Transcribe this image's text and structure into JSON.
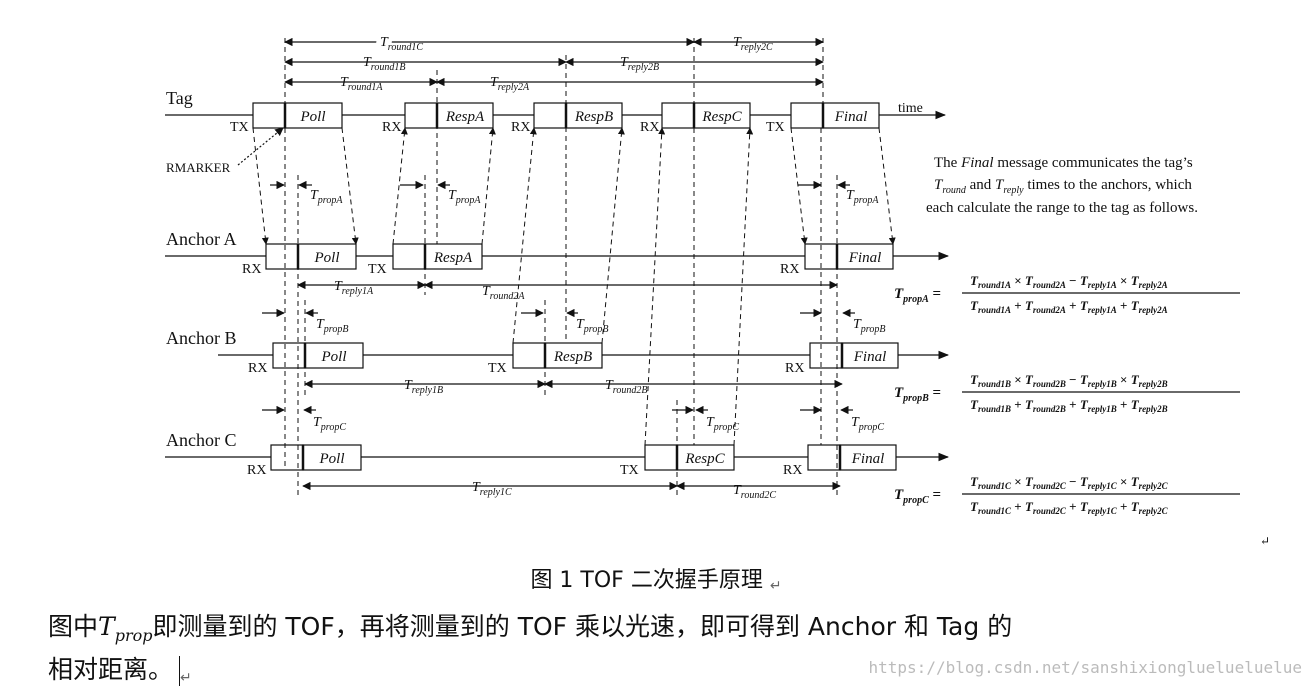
{
  "diagram": {
    "rows": [
      {
        "name": "Tag",
        "rx_label": "",
        "tx_label": "TX"
      },
      {
        "name": "Anchor A"
      },
      {
        "name": "Anchor B"
      },
      {
        "name": "Anchor C"
      }
    ],
    "tag_labels": {
      "tx": "TX",
      "rx": "RX",
      "rmarker": "RMARKER",
      "time": "time"
    },
    "messages": {
      "poll": "Poll",
      "respA": "RespA",
      "respB": "RespB",
      "respC": "RespC",
      "final": "Final"
    },
    "note": {
      "line1a": "The ",
      "line1b": "Final",
      "line1c": " message communicates the tag’s",
      "line2a": "T",
      "line2b": "round",
      "line2c": " and ",
      "line2d": "T",
      "line2e": "reply",
      "line2f": " times to the anchors, which",
      "line3": "each calculate the range to the tag as follows."
    },
    "time_labels": {
      "round1C": "round1C",
      "reply2C": "reply2C",
      "round1B": "round1B",
      "reply2B": "reply2B",
      "round1A": "round1A",
      "reply2A": "reply2A",
      "propA": "propA",
      "propB": "propB",
      "propC": "propC",
      "reply1A": "reply1A",
      "round2A": "round2A",
      "reply1B": "reply1B",
      "round2B": "round2B",
      "reply1C": "reply1C",
      "round2C": "round2C",
      "T": "T"
    },
    "formulas": [
      {
        "lhs": "propA",
        "num": [
          "round1A",
          "round2A",
          "reply1A",
          "reply2A"
        ],
        "den": [
          "round1A",
          "round2A",
          "reply1A",
          "reply2A"
        ]
      },
      {
        "lhs": "propB",
        "num": [
          "round1B",
          "round2B",
          "reply1B",
          "reply2B"
        ],
        "den": [
          "round1B",
          "round2B",
          "reply1B",
          "reply2B"
        ]
      },
      {
        "lhs": "propC",
        "num": [
          "round1C",
          "round2C",
          "reply1C",
          "reply2C"
        ],
        "den": [
          "round1C",
          "round2C",
          "reply1C",
          "reply2C"
        ]
      }
    ],
    "ops": {
      "times": "×",
      "minus": "−",
      "plus": "+",
      "eq": "="
    }
  },
  "caption": {
    "prefix": "图  1 TOF 二次握手原理",
    "mark": "↵"
  },
  "body": {
    "line1_pre": "图中",
    "tprop_T": "T",
    "tprop_sub": "prop",
    "line1_post": "即测量到的 TOF，再将测量到的 TOF 乘以光速，即可得到 Anchor 和 Tag 的",
    "line2": "相对距离。",
    "mark": "↵"
  },
  "watermark": "https://blog.csdn.net/sanshixiongluelueluelue",
  "corner_mark": "↵"
}
